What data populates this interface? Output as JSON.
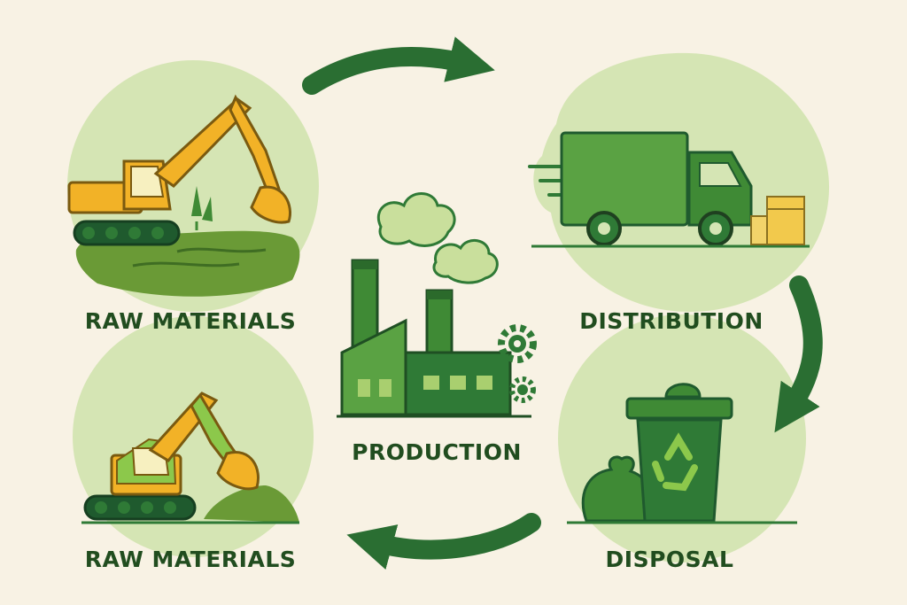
{
  "stages": {
    "raw_materials_top": "RAW MATERIALS",
    "production": "PRODUCTION",
    "distribution": "DISTRIBUTION",
    "raw_materials_bottom": "RAW MATERIALS",
    "disposal": "DISPOSAL"
  },
  "icons": {
    "raw_materials_top": "excavator-icon",
    "production": "factory-icon",
    "distribution": "delivery-truck-icon",
    "raw_materials_bottom": "excavator-icon",
    "disposal": "recycling-bin-icon"
  },
  "colors": {
    "background": "#f8f2e4",
    "circle_fill": "#d5e5b4",
    "arrow": "#2a6e32",
    "dark_green": "#2f7a36",
    "mid_green": "#4e9a3c",
    "light_green": "#7fb94b",
    "machine_yellow": "#f2b227",
    "label_text": "#214d1f"
  }
}
